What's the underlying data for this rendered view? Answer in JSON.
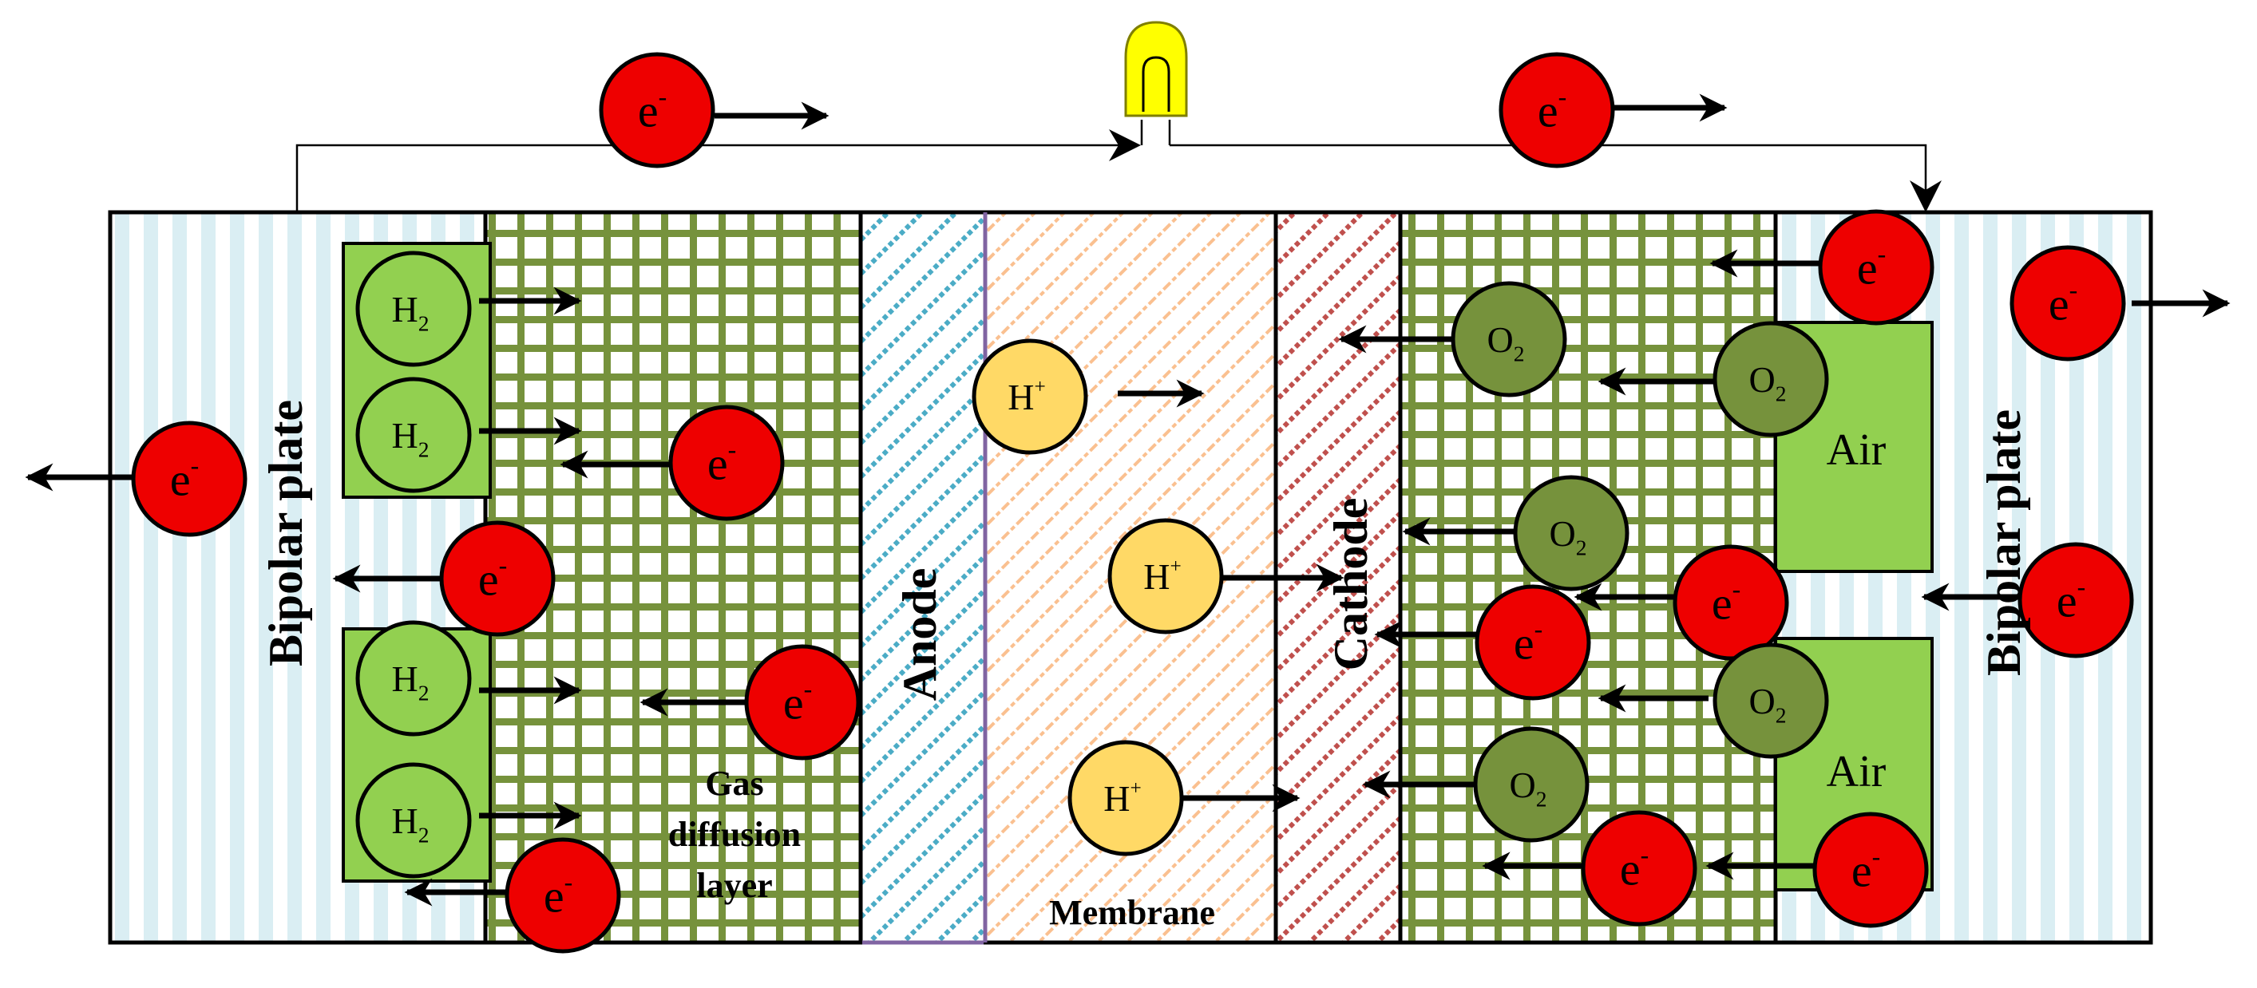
{
  "colors": {
    "electron": "#ee0000",
    "h2": "#92d050",
    "o2": "#76923c",
    "proton": "#ffd966",
    "air_box": "#92d050",
    "gdl_grid": "#76923c",
    "plate_stripe": "#daeef3",
    "anode_stripe": "#4bacc6",
    "membrane_stripe": "#fac090",
    "cathode_stripe": "#c0504d",
    "lamp": "#ffff00"
  },
  "labels": {
    "bipolar_left": "Bipolar plate",
    "bipolar_right": "Bipolar plate",
    "gas_diffusion": [
      "Gas",
      "diffusion",
      "layer"
    ],
    "anode": "Anode",
    "membrane": "Membrane",
    "cathode": "Cathode",
    "air": "Air"
  },
  "particles": {
    "electron": {
      "base": "e",
      "sup": "-"
    },
    "hydrogen": {
      "base": "H",
      "sub": "2"
    },
    "oxygen": {
      "base": "O",
      "sub": "2"
    },
    "proton": {
      "base": "H",
      "sup": "+"
    }
  },
  "legend_note": ""
}
